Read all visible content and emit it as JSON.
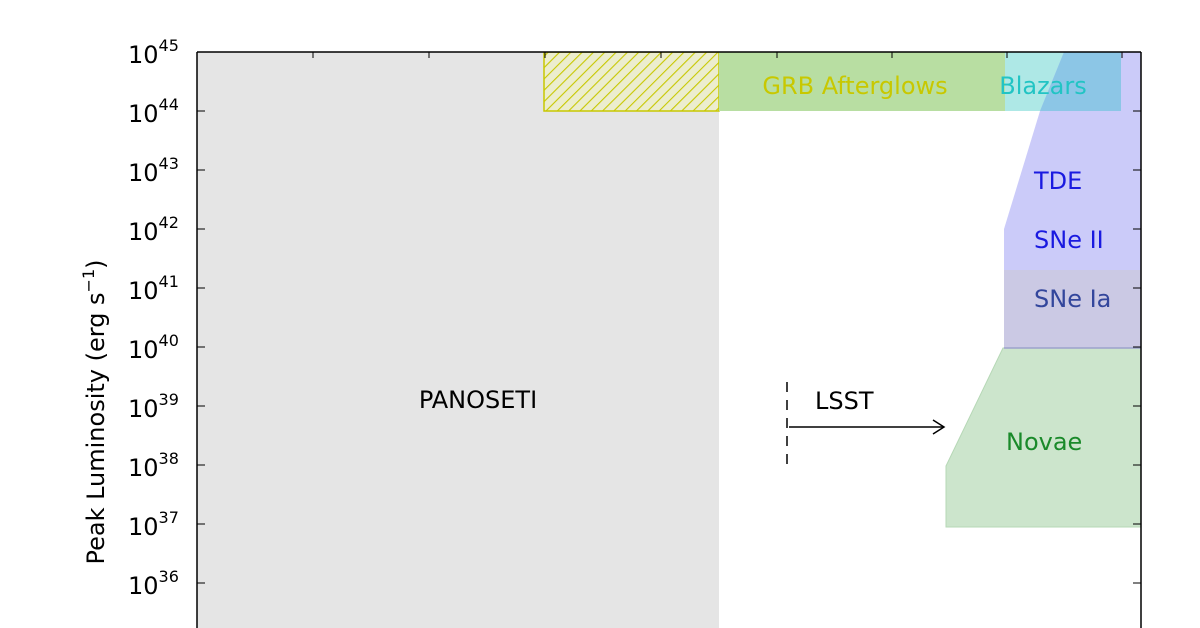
{
  "chart_data": {
    "type": "area",
    "title": "",
    "xlabel": "",
    "ylabel": "Peak Luminosity (erg s^-1)",
    "ylabel_parts": {
      "main": "Peak Luminosity (erg s",
      "sup": "−1",
      "close": ")"
    },
    "yscale": "log",
    "ylim": [
      1e+35,
      1e+45
    ],
    "y_ticks": [
      {
        "base": "10",
        "exp": "45",
        "value": 1e+45
      },
      {
        "base": "10",
        "exp": "44",
        "value": 1e+44
      },
      {
        "base": "10",
        "exp": "43",
        "value": 1e+43
      },
      {
        "base": "10",
        "exp": "42",
        "value": 1e+42
      },
      {
        "base": "10",
        "exp": "41",
        "value": 1e+41
      },
      {
        "base": "10",
        "exp": "40",
        "value": 1e+40
      },
      {
        "base": "10",
        "exp": "39",
        "value": 1e+39
      },
      {
        "base": "10",
        "exp": "38",
        "value": 1e+38
      },
      {
        "base": "10",
        "exp": "37",
        "value": 1e+37
      },
      {
        "base": "10",
        "exp": "36",
        "value": 1e+36
      }
    ],
    "grid": false,
    "legend": null,
    "regions": [
      {
        "name": "PANOSETI",
        "label": "PANOSETI",
        "color": "#e5e5e5",
        "label_color": "#000000",
        "y_range": [
          1e+35,
          1e+45
        ],
        "x_extent": "left half of plot"
      },
      {
        "name": "hatched",
        "label": "",
        "color": "#c8c800",
        "pattern": "hatched",
        "y_range": [
          1e+44,
          1e+45
        ]
      },
      {
        "name": "GRB Afterglows",
        "label": "GRB Afterglows",
        "color": "#b5dea0",
        "label_color": "#c8c800",
        "y_range": [
          1e+44,
          1e+45
        ]
      },
      {
        "name": "Blazars",
        "label": "Blazars",
        "color": "#aee8e6",
        "label_color": "#20c0c0",
        "y_range": [
          1e+44,
          1e+45
        ]
      },
      {
        "name": "TDE",
        "label": "TDE",
        "color": "#c9c9fa",
        "label_color": "#1a1adb",
        "y_range": [
          1e+42,
          1e+45
        ]
      },
      {
        "name": "SNe II",
        "label": "SNe II",
        "color": "#c9c9fa",
        "label_color": "#1a1adb",
        "y_range": [
          1e+40,
          1e+42
        ]
      },
      {
        "name": "SNe Ia",
        "label": "SNe Ia",
        "color": "#cdcbe6",
        "label_color": "#33449a",
        "y_range": [
          1e+40,
          2e+41
        ]
      },
      {
        "name": "Novae",
        "label": "Novae",
        "color": "#cce5cc",
        "label_color": "#1a8a2a",
        "y_range": [
          1e+37,
          1e+40
        ]
      }
    ],
    "annotations": [
      {
        "text": "LSST",
        "type": "arrow",
        "direction": "right",
        "with_dashed_vertical_line": true
      }
    ]
  },
  "labels": {
    "panoseti": "PANOSETI",
    "grb": "GRB Afterglows",
    "blazars": "Blazars",
    "tde": "TDE",
    "sne_ii": "SNe II",
    "sne_ia": "SNe Ia",
    "novae": "Novae",
    "lsst": "LSST"
  }
}
